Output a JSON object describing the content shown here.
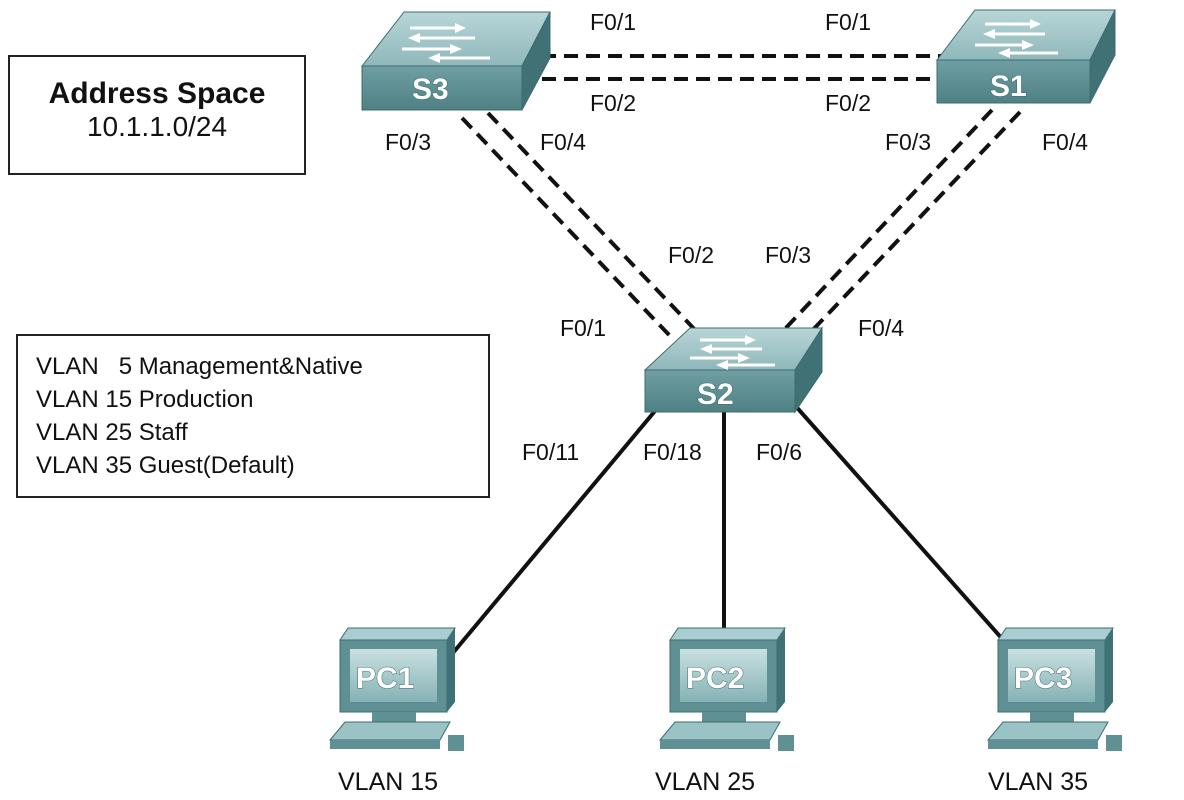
{
  "address_space": {
    "title": "Address Space",
    "value": "10.1.1.0/24"
  },
  "vlans": [
    "VLAN   5 Management&Native",
    "VLAN 15 Production",
    "VLAN 25 Staff",
    "VLAN 35 Guest(Default)"
  ],
  "switches": {
    "s3": "S3",
    "s1": "S1",
    "s2": "S2"
  },
  "pcs": {
    "pc1": "PC1",
    "pc2": "PC2",
    "pc3": "PC3"
  },
  "ports": {
    "s3_f01": "F0/1",
    "s3_f02": "F0/2",
    "s3_f03": "F0/3",
    "s3_f04": "F0/4",
    "s1_f01": "F0/1",
    "s1_f02": "F0/2",
    "s1_f03": "F0/3",
    "s1_f04": "F0/4",
    "s2_f01": "F0/1",
    "s2_f02": "F0/2",
    "s2_f03": "F0/3",
    "s2_f04": "F0/4",
    "s2_f011": "F0/11",
    "s2_f018": "F0/18",
    "s2_f06": "F0/6"
  },
  "pc_vlans": {
    "pc1": "VLAN 15",
    "pc2": "VLAN 25",
    "pc3": "VLAN 35"
  },
  "colors": {
    "device_face": "#6fa0a3",
    "device_dark": "#3d6c70",
    "link": "#111111"
  }
}
